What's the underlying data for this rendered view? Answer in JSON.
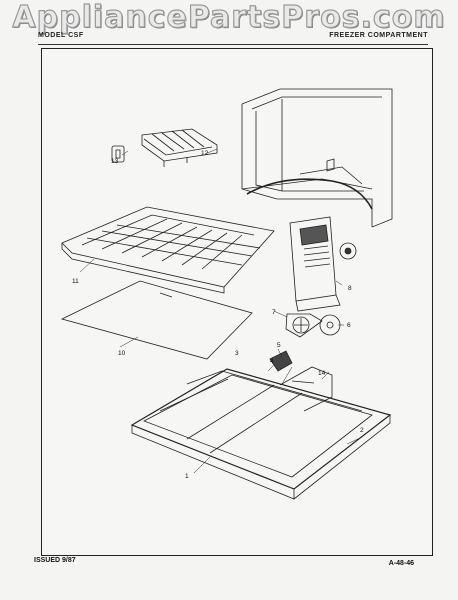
{
  "watermark": "AppliancePartsPros.com",
  "header": {
    "left": "MODEL  CSF",
    "right": "FREEZER COMPARTMENT"
  },
  "callouts": {
    "c1": "1",
    "c2": "2",
    "c3": "3",
    "c4": "4",
    "c5": "5",
    "c6": "6",
    "c7": "7",
    "c8": "8",
    "c10": "10",
    "c11": "11",
    "c12": "12",
    "c13": "13",
    "c14": "14"
  },
  "footer": {
    "issued": "ISSUED 9/87",
    "code": "A-48-46"
  }
}
